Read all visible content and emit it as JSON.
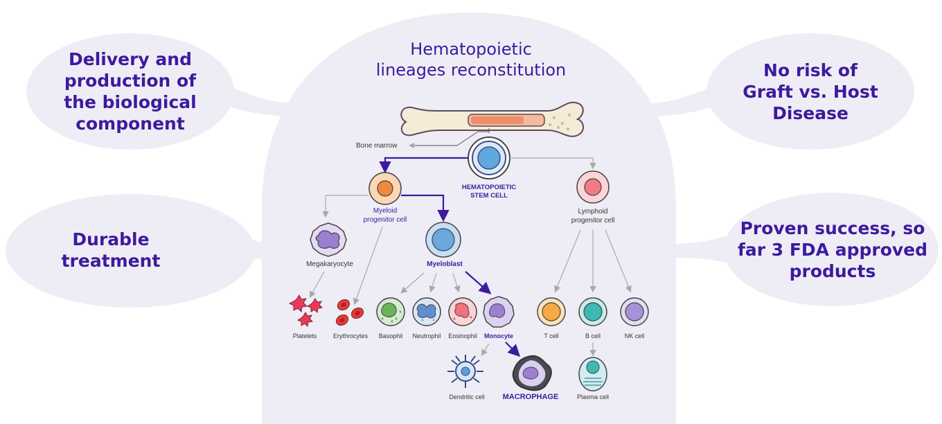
{
  "center": {
    "title_line1": "Hematopoietic",
    "title_line2": "lineages reconstitution"
  },
  "bubbles": {
    "top_left": [
      "Delivery and",
      "production of",
      "the biological",
      "component"
    ],
    "mid_left": [
      "Durable",
      "treatment"
    ],
    "top_right": [
      "No risk of",
      "Graft vs. Host",
      "Disease"
    ],
    "mid_right": [
      "Proven success, so",
      "far 3 FDA approved",
      "products"
    ]
  },
  "labels": {
    "bone_marrow": "Bone marrow",
    "hsc_line1": "HEMATOPOIETIC",
    "hsc_line2": "STEM CELL",
    "myeloid_line1": "Myeloid",
    "myeloid_line2": "progenitor cell",
    "lymphoid_line1": "Lymphoid",
    "lymphoid_line2": "progenitor cell",
    "megakaryocyte": "Megakaryocyte",
    "myeloblast": "Myeloblast",
    "platelets": "Platelets",
    "erythrocytes": "Erythrocytes",
    "basophil": "Basophil",
    "neutrophil": "Neutrophil",
    "eosinophil": "Eosinophil",
    "monocyte": "Monocyte",
    "t_cell": "T cell",
    "b_cell": "B cell",
    "nk_cell": "NK cell",
    "dendritic": "Dendritic cell",
    "macrophage": "MACROPHAGE",
    "plasma": "Plasma cell"
  },
  "colors": {
    "bubble": "#eeedf5",
    "accent": "#3d1a9e",
    "arrow_gray": "#a9a9a9"
  }
}
